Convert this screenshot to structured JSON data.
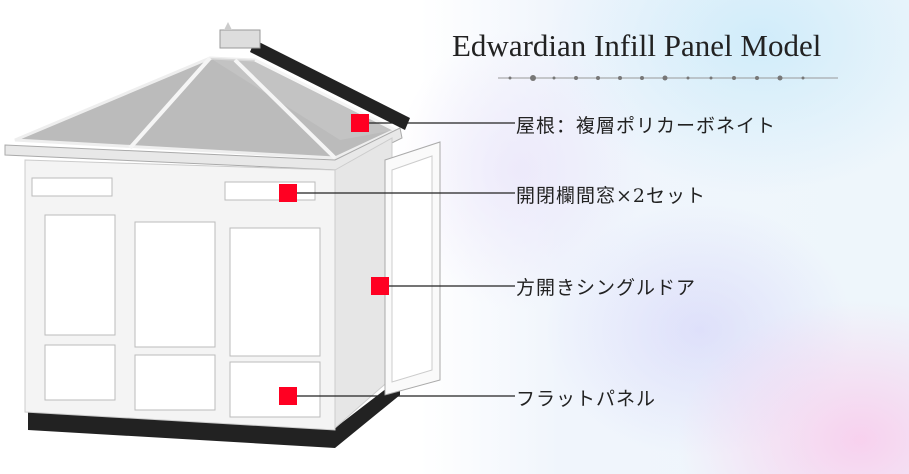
{
  "title": "Edwardian Infill Panel Model",
  "callouts": [
    {
      "label": "屋根：複層ポリカーボネイト"
    },
    {
      "label": "開閉欄間窓×2セット"
    },
    {
      "label": "方開きシングルドア"
    },
    {
      "label": "フラットパネル"
    }
  ],
  "colors": {
    "marker": "#ff0022",
    "line": "#222222",
    "text": "#222222"
  }
}
